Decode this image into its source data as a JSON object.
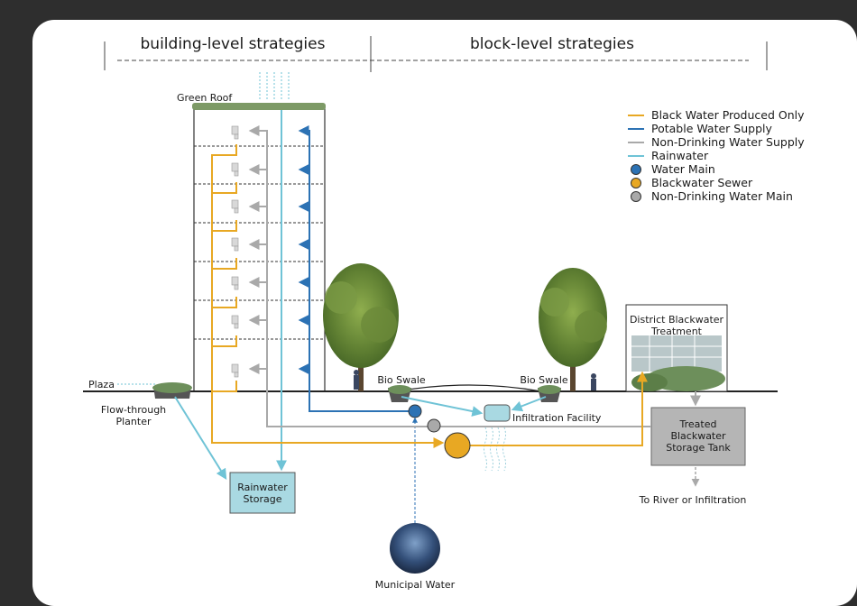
{
  "header": {
    "left": "building-level strategies",
    "right": "block-level strategies"
  },
  "labels": {
    "green_roof": "Green Roof",
    "plaza": "Plaza",
    "flow_through_planter": [
      "Flow-through",
      "Planter"
    ],
    "bio_swale_1": "Bio Swale",
    "bio_swale_2": "Bio Swale",
    "infiltration_facility": "Infiltration Facility",
    "district_treatment": [
      "District Blackwater",
      "Treatment"
    ],
    "storage_tank": [
      "Treated",
      "Blackwater",
      "Storage Tank"
    ],
    "rainwater_storage": [
      "Rainwater",
      "Storage"
    ],
    "to_river": "To River or Infiltration",
    "municipal_water": "Municipal Water"
  },
  "legend": [
    {
      "kind": "line",
      "color": "#e8a823",
      "label": "Black Water Produced Only"
    },
    {
      "kind": "line",
      "color": "#2c72b4",
      "label": "Potable Water Supply"
    },
    {
      "kind": "line",
      "color": "#a9a9a9",
      "label": "Non-Drinking Water Supply"
    },
    {
      "kind": "line",
      "color": "#6fc3d6",
      "label": "Rainwater"
    },
    {
      "kind": "dot",
      "color": "#2c72b4",
      "label": "Water Main"
    },
    {
      "kind": "dot",
      "color": "#e8a823",
      "label": "Blackwater Sewer"
    },
    {
      "kind": "dot",
      "color": "#a9a9a9",
      "label": "Non-Drinking Water Main"
    }
  ],
  "colors": {
    "blackwater": "#e8a823",
    "potable": "#2c72b4",
    "non_drinking": "#a9a9a9",
    "rainwater": "#6fc3d6"
  }
}
